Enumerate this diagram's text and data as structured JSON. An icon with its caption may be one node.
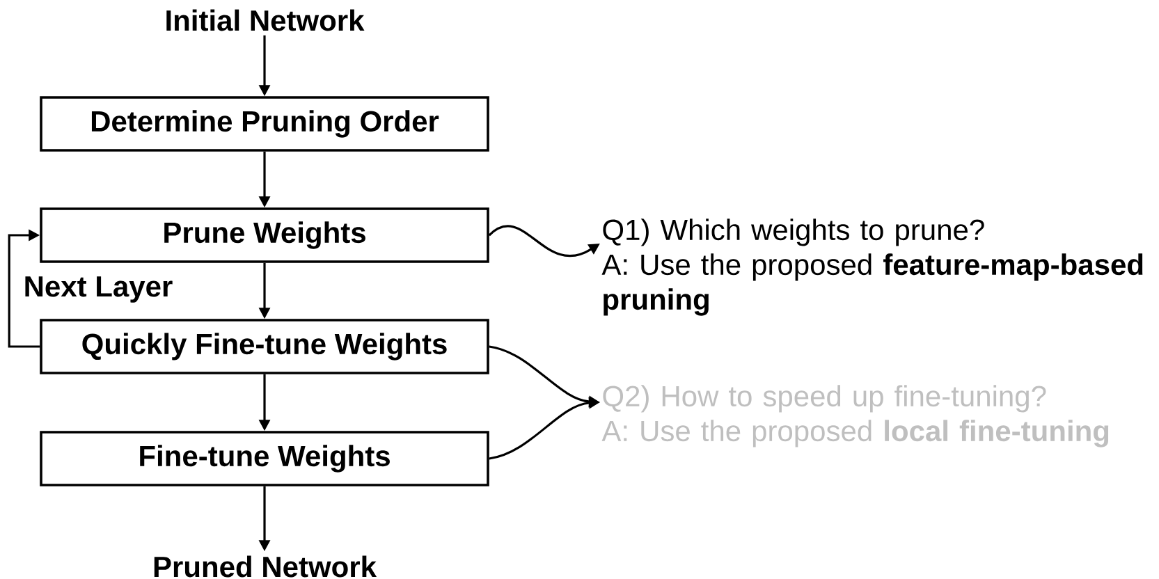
{
  "diagram": {
    "nodes": [
      {
        "text": [
          "Initial Network"
        ]
      },
      {
        "text": [
          "Determine Pruning Order"
        ]
      },
      {
        "text": [
          "Prune Weights"
        ]
      },
      {
        "text": [
          "Quickly Fine-tune Weights"
        ]
      },
      {
        "text": [
          "Fine-tune Weights"
        ]
      },
      {
        "text": [
          "Pruned Network"
        ]
      },
      {
        "text": [
          "Q1) Which weights to prune?",
          "A: Use the proposed **feature-map-based pruning**"
        ]
      },
      {
        "text": [
          "Q2) How to speed up fine-tuning?",
          "A: Use the proposed **local fine-tuning**"
        ]
      }
    ],
    "edges": [
      {
        "from": 0,
        "to": 1,
        "arrow": "to"
      },
      {
        "from": 1,
        "to": 2,
        "arrow": "to"
      },
      {
        "from": 2,
        "to": 3,
        "arrow": "to"
      },
      {
        "from": 3,
        "to": 4,
        "arrow": "to"
      },
      {
        "from": 4,
        "to": 5,
        "arrow": "to"
      },
      {
        "from": 3,
        "to": 2,
        "arrow": "to",
        "label": "Next Layer"
      },
      {
        "from": 2,
        "to": 6,
        "arrow": "to"
      },
      {
        "from": 3,
        "to": 7,
        "arrow": "to"
      },
      {
        "from": 4,
        "to": 7,
        "arrow": "to"
      }
    ]
  }
}
